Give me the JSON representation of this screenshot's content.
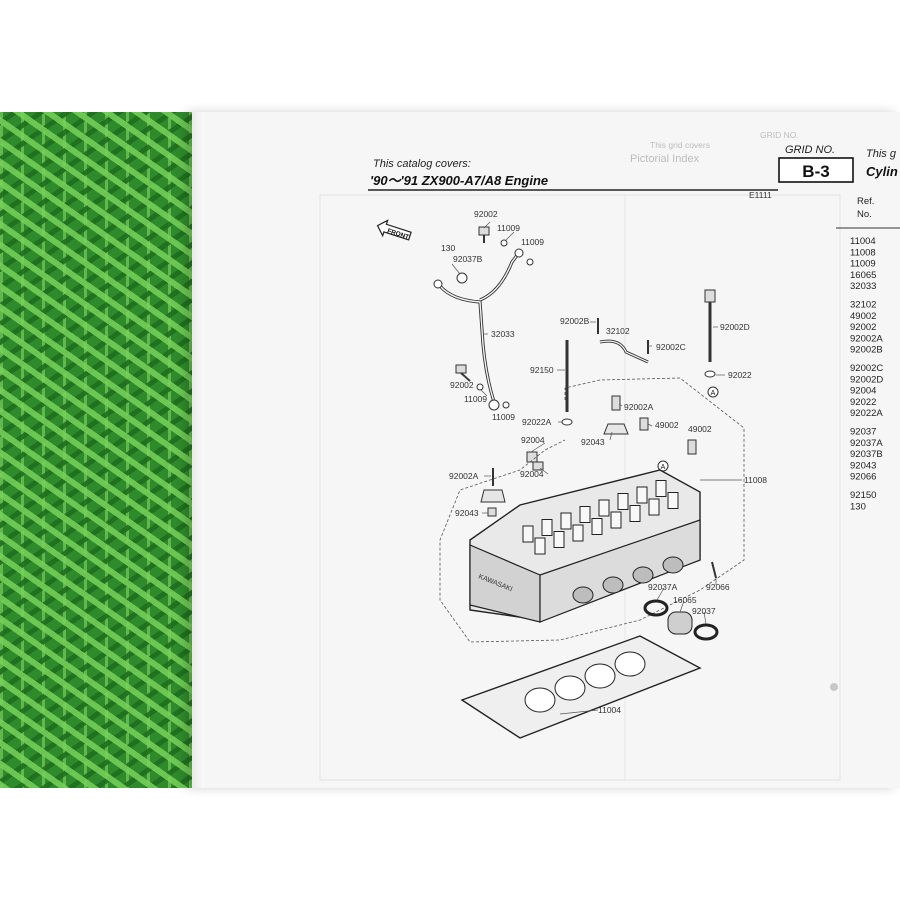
{
  "catalog": {
    "covers_label": "This catalog covers:",
    "engine": "'90～'91 ZX900-A7/A8 Engine"
  },
  "grid": {
    "label": "GRID NO.",
    "value": "B-3",
    "this_partial": "This g",
    "title_partial": "Cylin"
  },
  "ref_header": {
    "line1": "Ref.",
    "line2": "No."
  },
  "illustration_code": "E1111",
  "ref_numbers": [
    "11004",
    "11008",
    "11009",
    "16065",
    "32033",
    "32102",
    "49002",
    "92002",
    "92002A",
    "92002B",
    "92002C",
    "92002D",
    "92004",
    "92022",
    "92022A",
    "92037",
    "92037A",
    "92037B",
    "92043",
    "92066",
    "92150",
    "130"
  ],
  "front_label": "FRONT",
  "callout_A": "A",
  "part_labels": {
    "p92002_top": "92002",
    "p11009_a": "11009",
    "p11009_b": "11009",
    "p130": "130",
    "p92037B": "92037B",
    "p32033": "32033",
    "p92002_left": "92002",
    "p11009_c": "11009",
    "p11009_d": "11009",
    "p92002B": "92002B",
    "p32102": "32102",
    "p92002C": "92002C",
    "p92002D": "92002D",
    "p92022": "92022",
    "p92150": "92150",
    "p92002A_a": "92002A",
    "p92022A": "92022A",
    "p49002_a": "49002",
    "p49002_b": "49002",
    "p92004_a": "92004",
    "p92043_a": "92043",
    "p92002A_b": "92002A",
    "p92004_b": "92004",
    "p11008": "11008",
    "p92043_b": "92043",
    "p92037A": "92037A",
    "p16065": "16065",
    "p92037": "92037",
    "p92066": "92066",
    "p11004": "11004"
  },
  "bleed_through": {
    "grid_no": "GRID NO.",
    "this_grid": "This grid covers",
    "pictorial": "Pictorial Index"
  }
}
